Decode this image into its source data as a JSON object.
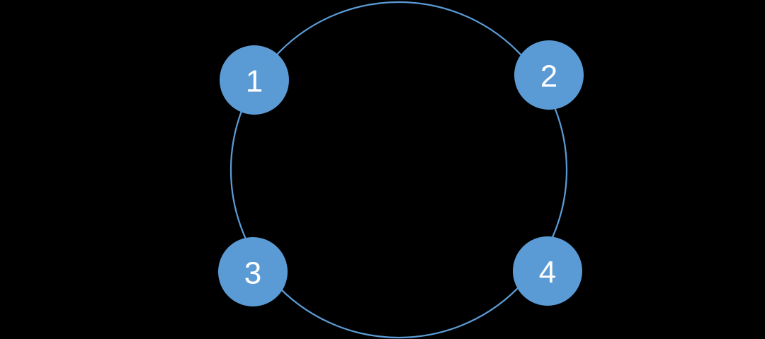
{
  "diagram": {
    "type": "cycle",
    "background_color": "#000000",
    "ring": {
      "stroke_color": "#5B9BD5",
      "stroke_width": "2.25"
    },
    "node_style": {
      "fill_color": "#5B9BD5",
      "label_color": "#FFFFFF"
    },
    "nodes": [
      {
        "label": "1"
      },
      {
        "label": "2"
      },
      {
        "label": "3"
      },
      {
        "label": "4"
      }
    ]
  }
}
